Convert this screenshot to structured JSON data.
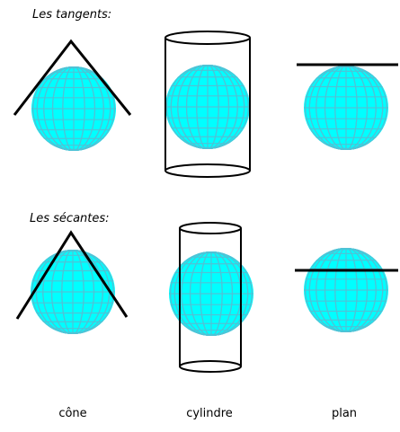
{
  "colors": {
    "globe_fill": "#00FFFF",
    "globe_grid": "#4FC3D6",
    "outline": "#000000",
    "background": "#FFFFFF"
  },
  "sections": [
    {
      "heading": "Les tangents:",
      "projections": [
        {
          "surface": "cone",
          "contact": "tangent"
        },
        {
          "surface": "cylinder",
          "contact": "tangent"
        },
        {
          "surface": "plane",
          "contact": "tangent"
        }
      ]
    },
    {
      "heading": "Les sécantes:",
      "projections": [
        {
          "surface": "cone",
          "contact": "secant"
        },
        {
          "surface": "cylinder",
          "contact": "secant"
        },
        {
          "surface": "plane",
          "contact": "secant"
        }
      ]
    }
  ],
  "captions": [
    "cône",
    "cylindre",
    "plan"
  ]
}
